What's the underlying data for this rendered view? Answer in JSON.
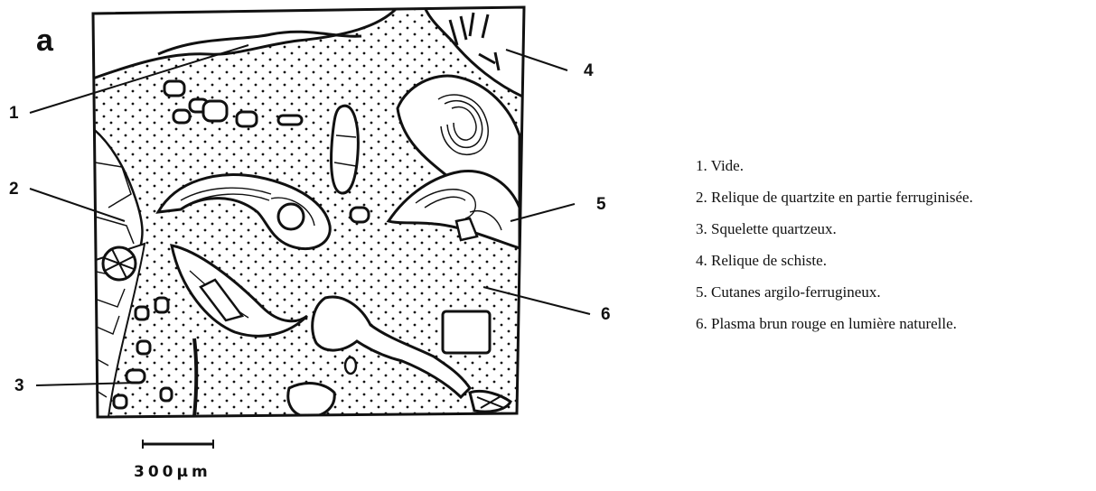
{
  "panel_label": "a",
  "callouts": [
    "1",
    "2",
    "3",
    "4",
    "5",
    "6"
  ],
  "scale_bar": {
    "label": "300μm"
  },
  "legend": [
    "1. Vide.",
    "2. Relique de quartzite en partie ferruginisée.",
    "3. Squelette quartzeux.",
    "4. Relique de schiste.",
    "5. Cutanes argilo-ferrugineux.",
    "6. Plasma brun rouge en lumière naturelle."
  ]
}
